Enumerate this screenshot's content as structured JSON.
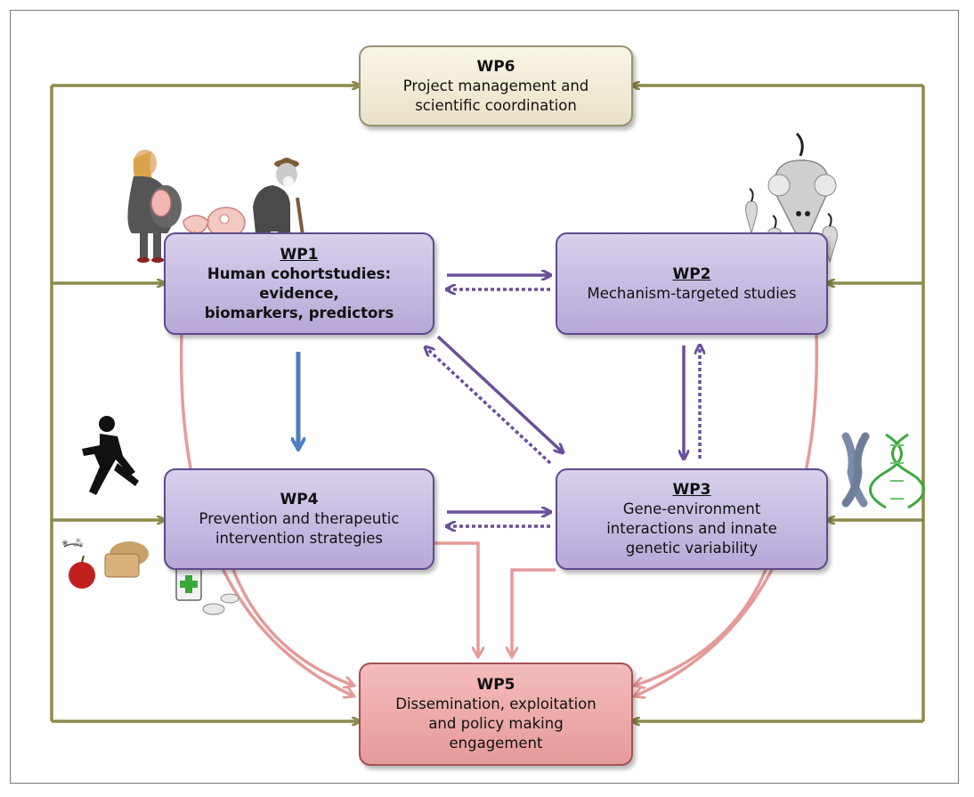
{
  "wp6": {
    "title": "WP6",
    "line1": "Project management and",
    "line2": "scientific coordination"
  },
  "wp1": {
    "title": "WP1",
    "line1": "Human cohortstudies: evidence,",
    "line2": "biomarkers, predictors"
  },
  "wp2": {
    "title": "WP2",
    "line1": "Mechanism-targeted studies"
  },
  "wp3": {
    "title": "WP3",
    "line1": "Gene-environment",
    "line2": "interactions and innate",
    "line3": "genetic variability"
  },
  "wp4": {
    "title": "WP4",
    "line1": "Prevention and therapeutic",
    "line2": "intervention strategies"
  },
  "wp5": {
    "title": "WP5",
    "line1": "Dissemination, exploitation",
    "line2": "and policy making",
    "line3": "engagement"
  },
  "colors": {
    "feedback": "#8c8a4a",
    "purple_arrow": "#6a4f9a",
    "blue_arrow": "#4a7fc0",
    "pink_arrow": "#e59a9a",
    "box_purple": "#c6bae0",
    "box_cream": "#f1ecd6",
    "box_pink": "#ecaaaa"
  }
}
